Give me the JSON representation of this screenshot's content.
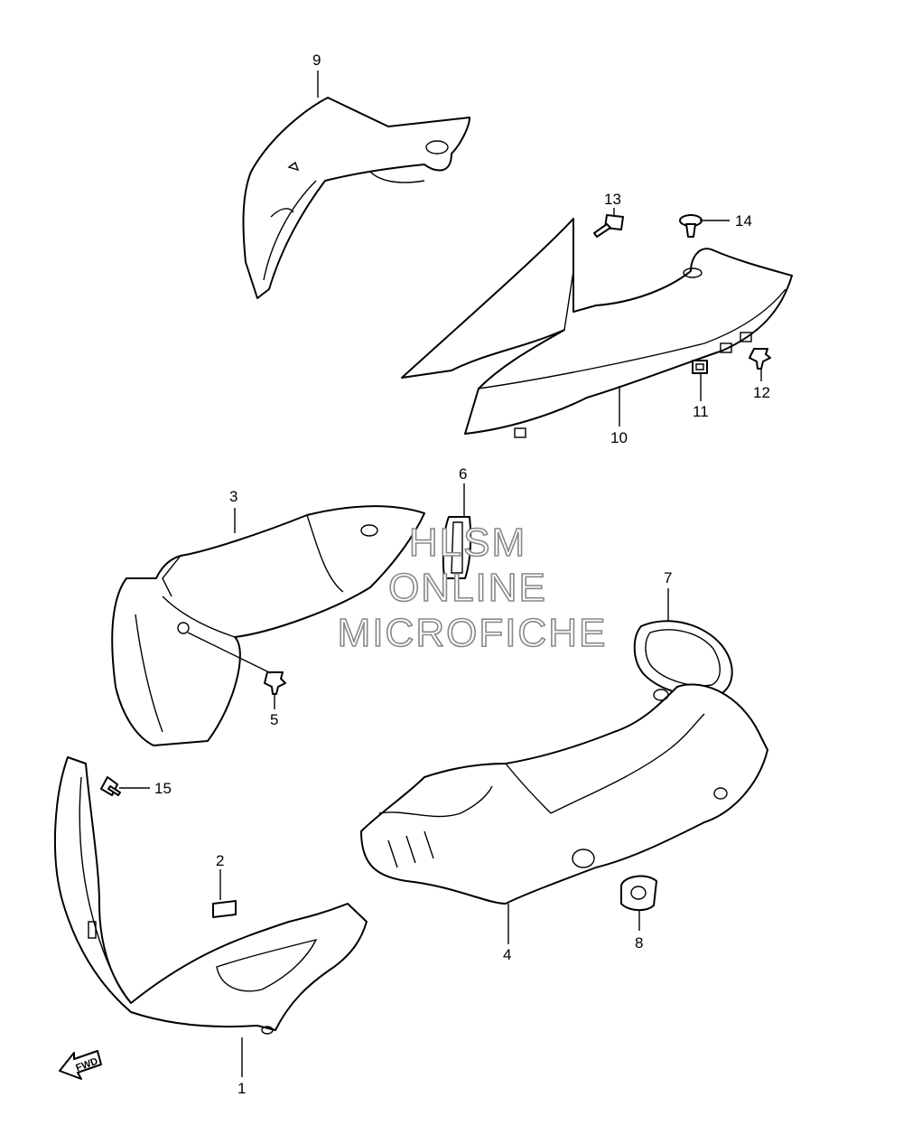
{
  "callouts": [
    {
      "id": "c1",
      "label": "1"
    },
    {
      "id": "c2",
      "label": "2"
    },
    {
      "id": "c3",
      "label": "3"
    },
    {
      "id": "c4",
      "label": "4"
    },
    {
      "id": "c5",
      "label": "5"
    },
    {
      "id": "c6",
      "label": "6"
    },
    {
      "id": "c7",
      "label": "7"
    },
    {
      "id": "c8",
      "label": "8"
    },
    {
      "id": "c9",
      "label": "9"
    },
    {
      "id": "c10",
      "label": "10"
    },
    {
      "id": "c11",
      "label": "11"
    },
    {
      "id": "c12",
      "label": "12"
    },
    {
      "id": "c13",
      "label": "13"
    },
    {
      "id": "c14",
      "label": "14"
    },
    {
      "id": "c15",
      "label": "15"
    }
  ],
  "watermark": {
    "line1": "HLSM",
    "line2": "ONLINE",
    "line3": "MICROFICHE",
    "color": "#888888"
  },
  "fwd_arrow": {
    "label": "FWD"
  },
  "colors": {
    "line": "#000000",
    "background": "#ffffff"
  }
}
